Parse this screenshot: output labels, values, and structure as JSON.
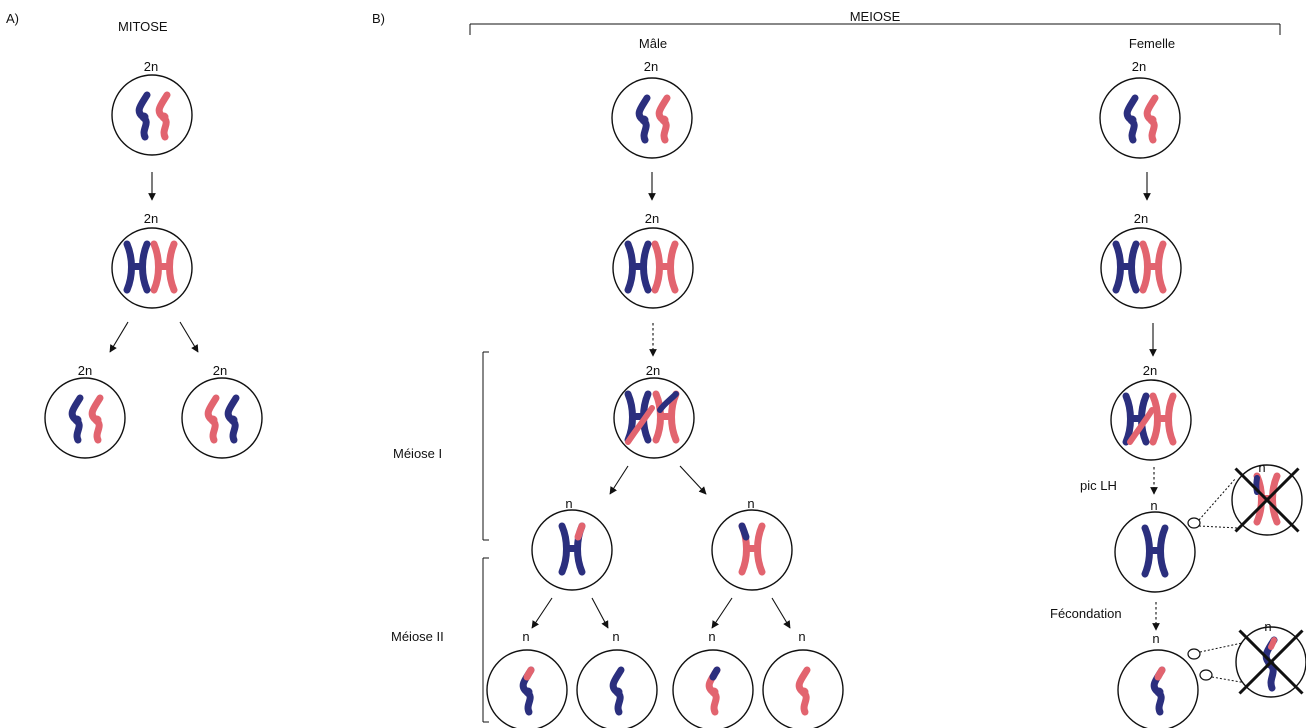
{
  "panel_a": {
    "letter": "A)",
    "title": "MITOSE"
  },
  "panel_b": {
    "letter": "B)",
    "title": "MEIOSE",
    "male_label": "Mâle",
    "female_label": "Femelle"
  },
  "phases": {
    "meiosis_1": "Méiose I",
    "meiosis_2": "Méiose II"
  },
  "events": {
    "lh_peak": "pic LH",
    "fertilization": "Fécondation"
  },
  "ploidy": {
    "diploid": "2n",
    "haploid": "n"
  },
  "colors": {
    "maternal": "#2b2f7e",
    "paternal": "#e2646f",
    "outline": "#111111"
  }
}
